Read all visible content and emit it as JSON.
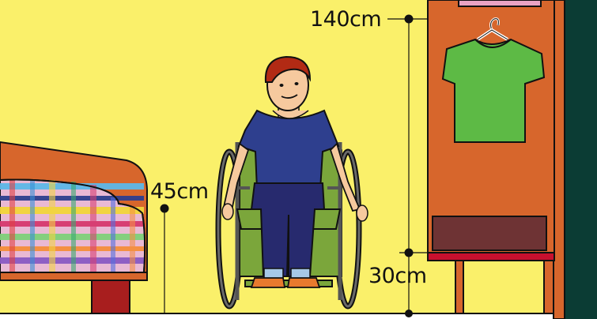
{
  "scene": {
    "description_items": [
      "bed",
      "wheelchair-user",
      "wardrobe",
      "t-shirt-on-hanger"
    ]
  },
  "measurements": {
    "wardrobe_rail_height": "140cm",
    "bed_height": "45cm",
    "wardrobe_bottom_height": "30cm"
  },
  "colors": {
    "wall": "#FAF06A",
    "wood": "#D7662C",
    "door_edge": "#0B3C34",
    "shirt": "#5DBA45",
    "sweater": "#2E3F8E",
    "trousers": "#272A6E",
    "hair": "#B22A14",
    "chair_seat": "#7BA63B",
    "drawer": "#6E3334",
    "bed_leg": "#A81E1E",
    "floor_line": "#111111"
  }
}
